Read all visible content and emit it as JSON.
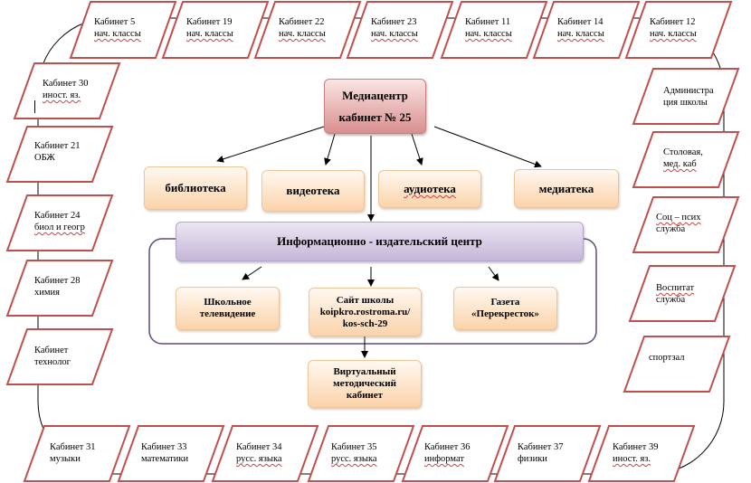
{
  "diagram": {
    "title": "Медиацентр\nкабинет № 25",
    "sections": [
      "библиотека",
      "видеотека",
      "аудиотека",
      "медиатека"
    ],
    "publishing_center": "Информационно - издательский центр",
    "publishing_items": [
      "Школьное\nтелевидение",
      "Сайт школы\nkoipkro.rostroma.ru/\nkos-sch-29",
      "Газета\n«Перекресток»"
    ],
    "virtual_cabinet": "Виртуальный\nметодический\nкабинет",
    "top_rooms": [
      {
        "line1": "Кабинет 5",
        "line2": "нач.  классы"
      },
      {
        "line1": "Кабинет 19",
        "line2": "нач.  классы"
      },
      {
        "line1": "Кабинет 22",
        "line2": "нач.  классы"
      },
      {
        "line1": "Кабинет 23",
        "line2": "нач.  классы"
      },
      {
        "line1": "Кабинет 11",
        "line2": "нач.  классы"
      },
      {
        "line1": "Кабинет 14",
        "line2": "нач.  классы"
      },
      {
        "line1": "Кабинет 12",
        "line2": "нач.  классы"
      }
    ],
    "left_rooms": [
      {
        "line1": "Кабинет 30",
        "line2": "иност. яз."
      },
      {
        "line1": "Кабинет 21",
        "line2": "ОБЖ"
      },
      {
        "line1": "Кабинет 24",
        "line2": "биол и геогр"
      },
      {
        "line1": "Кабинет 28",
        "line2": "химия"
      },
      {
        "line1": "Кабинет",
        "line2": "технолог"
      }
    ],
    "right_rooms": [
      {
        "line1": "Администра",
        "line2": "ция школы"
      },
      {
        "line1": "Столовая,",
        "line2": "мед. каб"
      },
      {
        "line1": "Соц – псих",
        "line2": "служба"
      },
      {
        "line1": "Воспитат",
        "line2": "служба"
      },
      {
        "line1": "спортзал",
        "line2": ""
      }
    ],
    "bottom_rooms": [
      {
        "line1": "Кабинет 31",
        "line2": "музыки"
      },
      {
        "line1": "Кабинет 33",
        "line2": "математики"
      },
      {
        "line1": "Кабинет 34",
        "line2": "русс. языка"
      },
      {
        "line1": "Кабинет 35",
        "line2": "русс. языка"
      },
      {
        "line1": "Кабинет 36",
        "line2": "информат"
      },
      {
        "line1": "Кабинет 37",
        "line2": "физики"
      },
      {
        "line1": "Кабинет 39",
        "line2": "иност. яз."
      }
    ],
    "colors": {
      "parallelogram_border": "#c0504d",
      "ring": "#000000",
      "inner_frame": "#5f497a"
    }
  }
}
